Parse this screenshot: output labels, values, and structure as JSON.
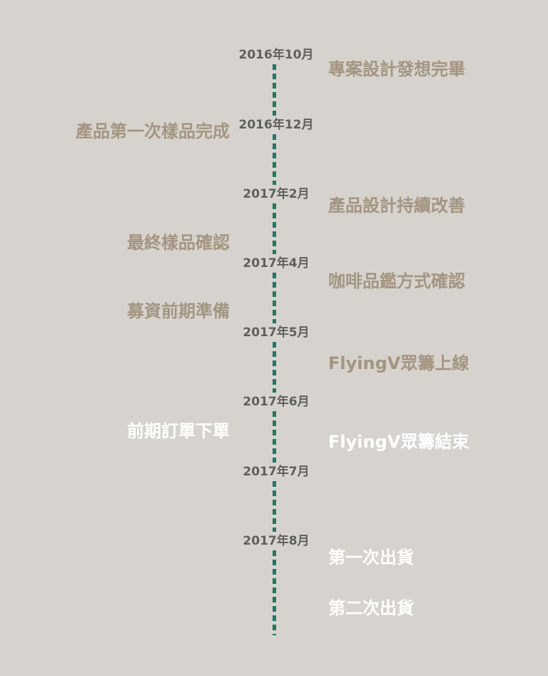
{
  "timeline": {
    "line_color": "#1d7a66",
    "done_color": "#a49580",
    "upcoming_color": "#ffffff",
    "date_color": "#5f5f5f",
    "milestones": [
      {
        "date": "2016年10月",
        "left": [],
        "right": [
          {
            "text": "專案設計發想完畢",
            "status": "done"
          }
        ]
      },
      {
        "date": "2016年12月",
        "left": [
          {
            "text": "產品第一次樣品完成",
            "status": "done"
          }
        ],
        "right": []
      },
      {
        "date": "2017年2月",
        "left": [
          {
            "text": "最終樣品確認",
            "status": "done"
          }
        ],
        "right": [
          {
            "text": "產品設計持續改善",
            "status": "done"
          }
        ]
      },
      {
        "date": "2017年4月",
        "left": [
          {
            "text": "募資前期準備",
            "status": "done"
          }
        ],
        "right": [
          {
            "text": "咖啡品鑑方式確認",
            "status": "done"
          }
        ]
      },
      {
        "date": "2017年5月",
        "left": [],
        "right": [
          {
            "text": "FlyingV眾籌上線",
            "status": "done"
          }
        ]
      },
      {
        "date": "2017年6月",
        "left": [
          {
            "text": "前期訂單下單",
            "status": "upcoming"
          }
        ],
        "right": [
          {
            "text": "FlyingV眾籌結束",
            "status": "upcoming"
          }
        ]
      },
      {
        "date": "2017年7月",
        "left": [],
        "right": []
      },
      {
        "date": "2017年8月",
        "left": [],
        "right": [
          {
            "text": "第一次出貨",
            "status": "upcoming"
          },
          {
            "text": "第二次出貨",
            "status": "upcoming"
          }
        ]
      }
    ]
  }
}
